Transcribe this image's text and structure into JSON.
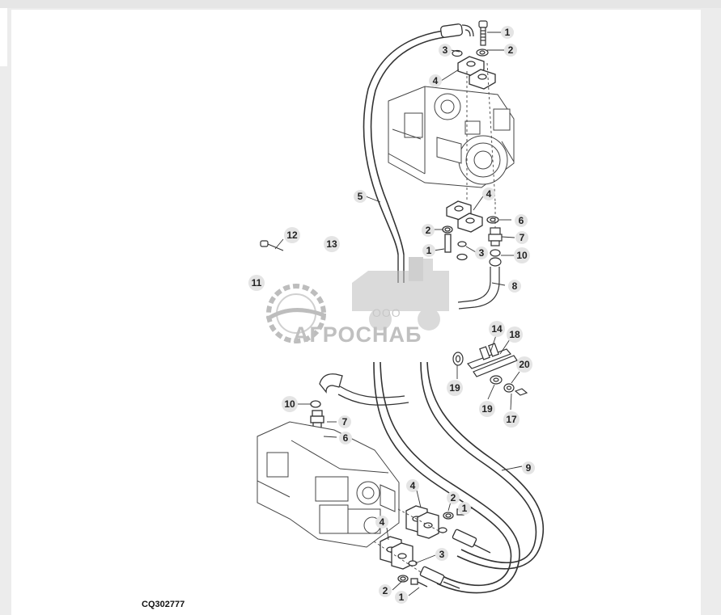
{
  "drawing_code": "CQ302777",
  "watermark": {
    "company_prefix": "ООО",
    "company_name": "АГРОСНАБ"
  },
  "callouts": [
    {
      "id": "c1",
      "label": "1"
    },
    {
      "id": "c2",
      "label": "2"
    },
    {
      "id": "c3",
      "label": "3"
    },
    {
      "id": "c4",
      "label": "4"
    },
    {
      "id": "c5",
      "label": "5"
    },
    {
      "id": "c6",
      "label": "4"
    },
    {
      "id": "c7",
      "label": "6"
    },
    {
      "id": "c8",
      "label": "2"
    },
    {
      "id": "c9",
      "label": "7"
    },
    {
      "id": "c10",
      "label": "1"
    },
    {
      "id": "c11",
      "label": "3"
    },
    {
      "id": "c12",
      "label": "10"
    },
    {
      "id": "c13",
      "label": "8"
    },
    {
      "id": "c14",
      "label": "12"
    },
    {
      "id": "c15",
      "label": "13"
    },
    {
      "id": "c16",
      "label": "11"
    },
    {
      "id": "c17",
      "label": "14"
    },
    {
      "id": "c18",
      "label": "18"
    },
    {
      "id": "c19",
      "label": "20"
    },
    {
      "id": "c20",
      "label": "19"
    },
    {
      "id": "c21",
      "label": "19"
    },
    {
      "id": "c22",
      "label": "17"
    },
    {
      "id": "c23",
      "label": "10"
    },
    {
      "id": "c24",
      "label": "7"
    },
    {
      "id": "c25",
      "label": "6"
    },
    {
      "id": "c26",
      "label": "9"
    },
    {
      "id": "c27",
      "label": "4"
    },
    {
      "id": "c28",
      "label": "2"
    },
    {
      "id": "c29",
      "label": "1"
    },
    {
      "id": "c30",
      "label": "4"
    },
    {
      "id": "c31",
      "label": "3"
    },
    {
      "id": "c32",
      "label": "2"
    },
    {
      "id": "c33",
      "label": "1"
    }
  ]
}
